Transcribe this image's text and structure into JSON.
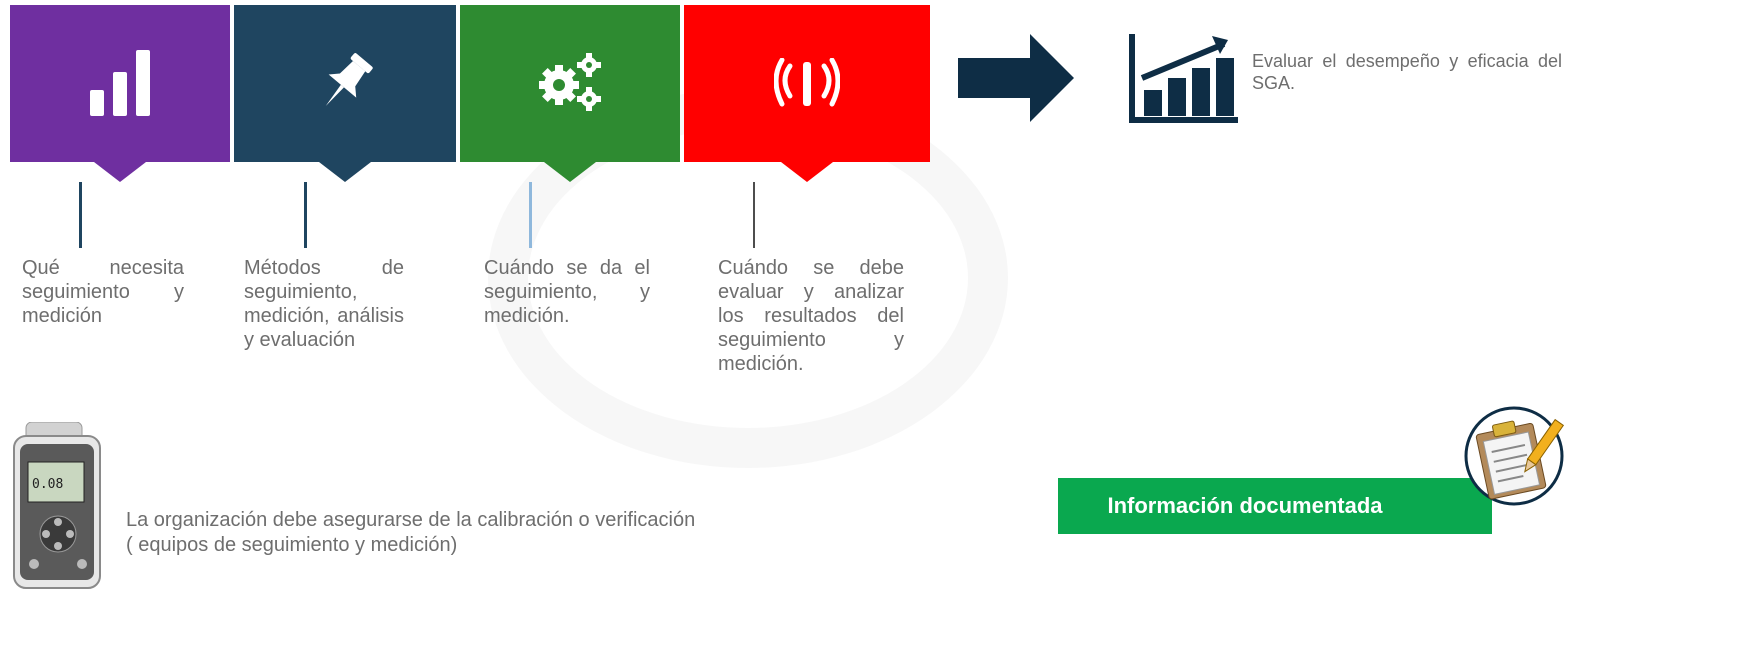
{
  "colors": {
    "purple": "#6f2fa0",
    "navy": "#1f4560",
    "green": "#2e8b31",
    "red": "#ff0000",
    "arrow": "#0e2d45",
    "badge": "#0aa84f",
    "line_dark": "#1f4560",
    "line_light": "#8fb8dc"
  },
  "steps": [
    {
      "icon": "signal-bars-icon",
      "text": "Qué necesita seguimiento y medición"
    },
    {
      "icon": "pushpin-icon",
      "text": "Métodos de seguimiento, medición, análisis y evaluación"
    },
    {
      "icon": "gears-icon",
      "text": "Cuándo se da el seguimiento, y medición."
    },
    {
      "icon": "broadcast-icon",
      "text": "Cuándo se debe evaluar y analizar los resultados del seguimiento y medición."
    }
  ],
  "result": {
    "icon": "growth-chart-icon",
    "text": "Evaluar el desempeño y eficacia del SGA."
  },
  "device_icon": "measuring-device-icon",
  "device_display": "0.08",
  "calibration_text": "La organización debe asegurarse de la calibración o verificación ( equipos de seguimiento y medición)",
  "documented_info": {
    "label": "Información documentada",
    "icon": "clipboard-pencil-icon"
  }
}
